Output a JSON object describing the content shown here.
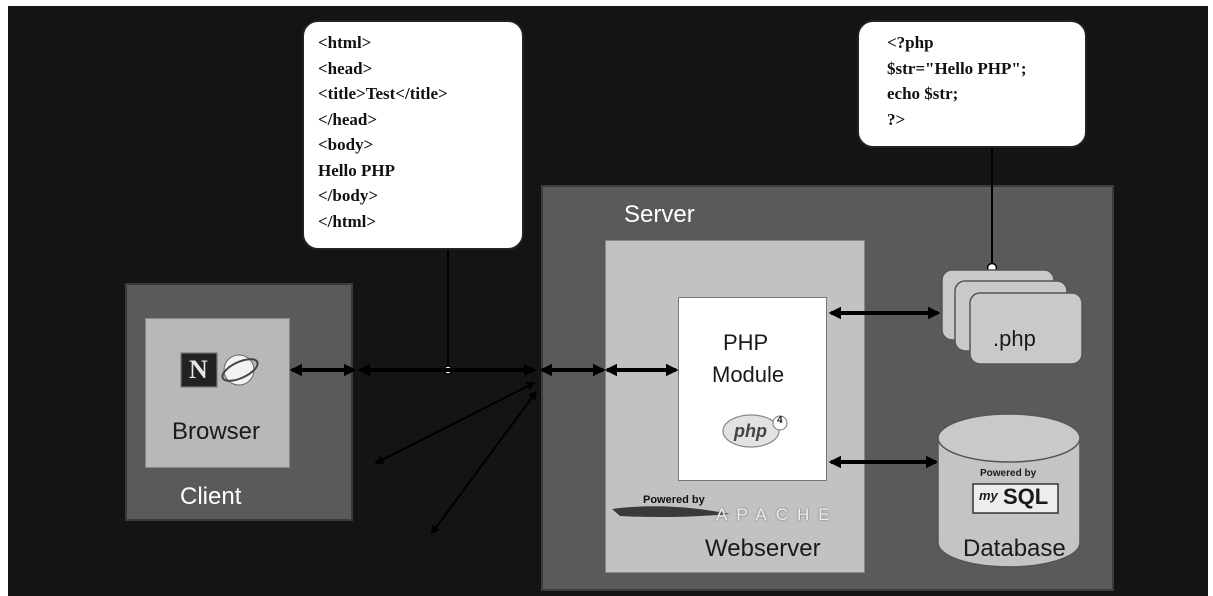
{
  "bubbles": {
    "html_code": [
      "<html>",
      "<head>",
      "<title>Test</title>",
      "</head>",
      "<body>",
      "Hello PHP",
      "</body>",
      "</html>"
    ],
    "php_code": [
      "<?php",
      "$str=\"Hello PHP\";",
      "echo $str;",
      "?>"
    ]
  },
  "client": {
    "label": "Client",
    "browser_label": "Browser",
    "icons": [
      "netscape-icon",
      "internet-explorer-icon"
    ],
    "netscape_glyph": "N"
  },
  "server": {
    "label": "Server",
    "webserver_label": "Webserver",
    "module_label_line1": "PHP",
    "module_label_line2": "Module",
    "php_logo_text": "php",
    "php_logo_version": "4",
    "apache_powered_by": "Powered by",
    "apache_name": "APACHE",
    "php_file_label": ".php",
    "database_label": "Database",
    "mysql_powered_by": "Powered by",
    "mysql_prefix": "my",
    "mysql_name": "SQL"
  },
  "colors": {
    "background": "#141414",
    "panel": "#5a5a5a",
    "inner_panel": "#c2c2c2",
    "white": "#ffffff"
  }
}
